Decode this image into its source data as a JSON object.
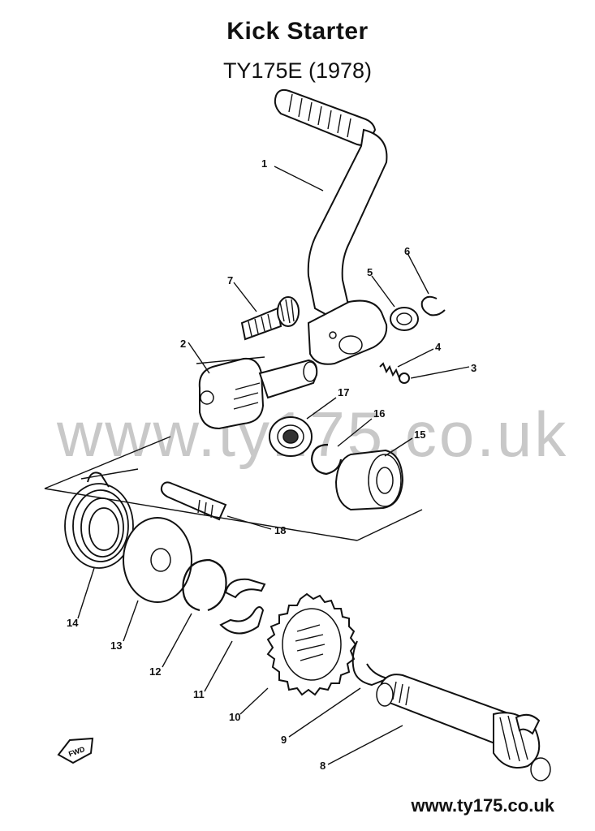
{
  "title": "Kick Starter",
  "subtitle": "TY175E (1978)",
  "watermark": "www.ty175.co.uk",
  "footer_url": "www.ty175.co.uk",
  "fwd_label": "FWD",
  "parts": [
    {
      "id": "1"
    },
    {
      "id": "2"
    },
    {
      "id": "3"
    },
    {
      "id": "4"
    },
    {
      "id": "5"
    },
    {
      "id": "6"
    },
    {
      "id": "7"
    },
    {
      "id": "8"
    },
    {
      "id": "9"
    },
    {
      "id": "10"
    },
    {
      "id": "11"
    },
    {
      "id": "12"
    },
    {
      "id": "13"
    },
    {
      "id": "14"
    },
    {
      "id": "15"
    },
    {
      "id": "16"
    },
    {
      "id": "17"
    },
    {
      "id": "18"
    }
  ]
}
